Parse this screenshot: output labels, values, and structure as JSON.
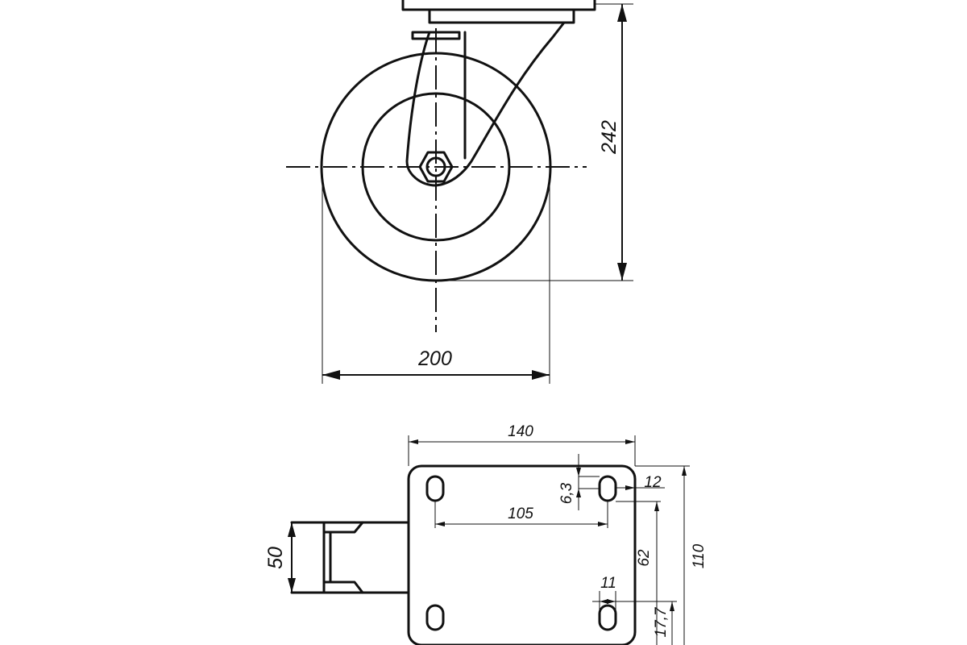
{
  "dimensions": {
    "wheel_height": "242",
    "wheel_diameter": "200",
    "plate_length": "140",
    "plate_width": "110",
    "hole_spacing_length": "105",
    "hole_spacing_width": "62",
    "slot_width": "6,3",
    "edge_offset_side": "12",
    "slot_length": "11",
    "edge_offset_bottom": "17,7",
    "wheel_width": "50"
  }
}
